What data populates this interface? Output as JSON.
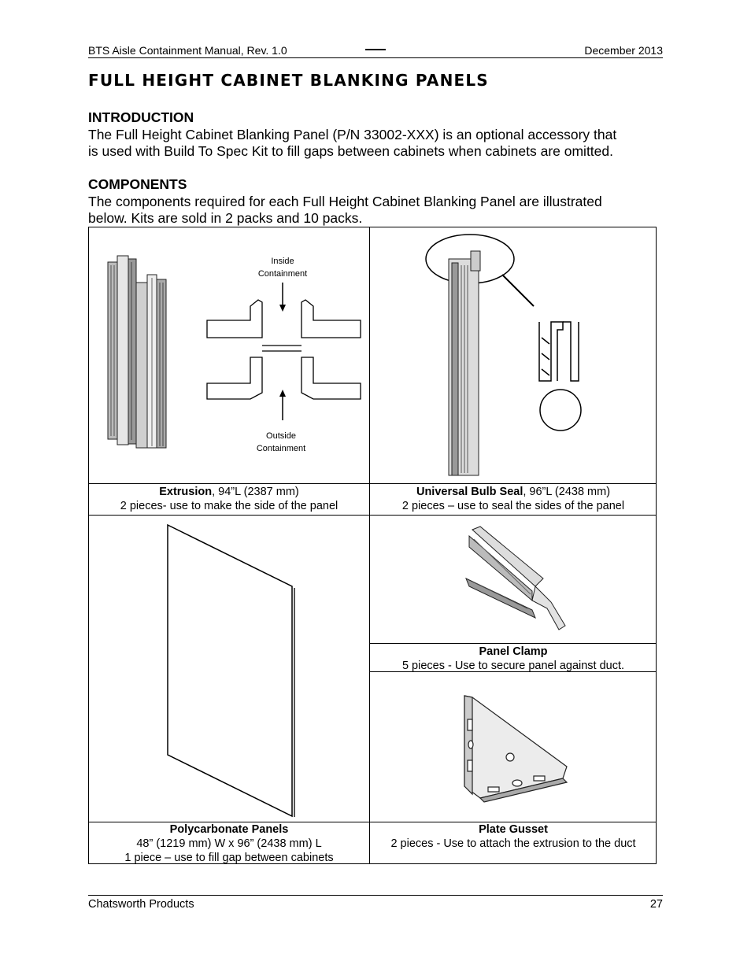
{
  "header": {
    "left": "BTS Aisle Containment Manual, Rev. 1.0",
    "right": "December 2013"
  },
  "title": "FULL HEIGHT CABINET BLANKING PANELS",
  "introduction": {
    "heading": "INTRODUCTION",
    "line1": "The Full Height Cabinet Blanking Panel (P/N 33002-XXX) is an optional accessory that",
    "line2": "is used with Build To Spec Kit to fill gaps between cabinets when cabinets are omitted."
  },
  "components": {
    "heading": "COMPONENTS",
    "line1": "The components required for each Full Height Cabinet Blanking Panel are illustrated",
    "line2": "below. Kits are sold in 2 packs and 10 packs."
  },
  "diagram_labels": {
    "inside_1": "Inside",
    "inside_2": "Containment",
    "outside_1": "Outside",
    "outside_2": "Containment"
  },
  "items": {
    "extrusion": {
      "name": "Extrusion",
      "spec": ", 94”L (2387 mm)",
      "desc": "2 pieces- use to make the side of the panel"
    },
    "bulb_seal": {
      "name": "Universal Bulb Seal",
      "spec": ", 96”L (2438 mm)",
      "desc": "2 pieces – use to seal the sides of the panel"
    },
    "panel_clamp": {
      "name": "Panel Clamp",
      "desc": "5 pieces - Use to secure panel against duct."
    },
    "polycarbonate": {
      "name": "Polycarbonate Panels",
      "spec": "48” (1219 mm) W x 96” (2438 mm) L",
      "desc": "1 piece – use to fill gap between cabinets"
    },
    "plate_gusset": {
      "name": "Plate Gusset",
      "desc": "2 pieces - Use to attach the extrusion to the duct"
    }
  },
  "footer": {
    "left": "Chatsworth Products",
    "page": "27"
  }
}
